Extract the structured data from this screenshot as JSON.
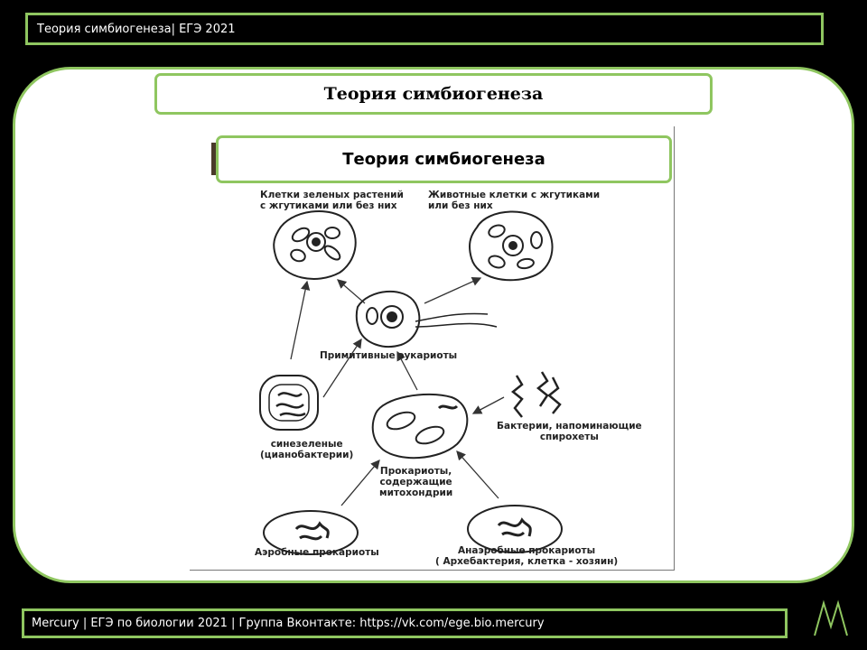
{
  "header": {
    "text": "Теория симбиогенеза| ЕГЭ 2021"
  },
  "slide": {
    "title": "Теория симбиогенеза"
  },
  "figure": {
    "title": "Теория симбиогенеза",
    "labels": {
      "green_plants": "Клетки зеленых растений\nс жгутиками или без них",
      "animal_cells": "Животные клетки с жгутиками\nили без них",
      "primitive_eukaryotes": "Примитивные эукариоты",
      "cyanobacteria": "синезеленые\n(цианобактерии)",
      "spirochete_bacteria": "Бактерии, напоминающие\nспирохеты",
      "prokaryotes_mito": "Прокариоты,\nсодержащие\nмитохондрии",
      "aerobic": "Аэробные прокариоты",
      "anaerobic": "Анаэробные прокариоты\n( Архебактерия, клетка - хозяин)"
    }
  },
  "footer": {
    "text": "Mercury | ЕГЭ по биологии 2021 | Группа Вконтакте: https://vk.com/ege.bio.mercury"
  },
  "colors": {
    "accent": "#8fc660",
    "background": "#000000"
  },
  "logo": {
    "icon": "mercury-logo-icon"
  }
}
